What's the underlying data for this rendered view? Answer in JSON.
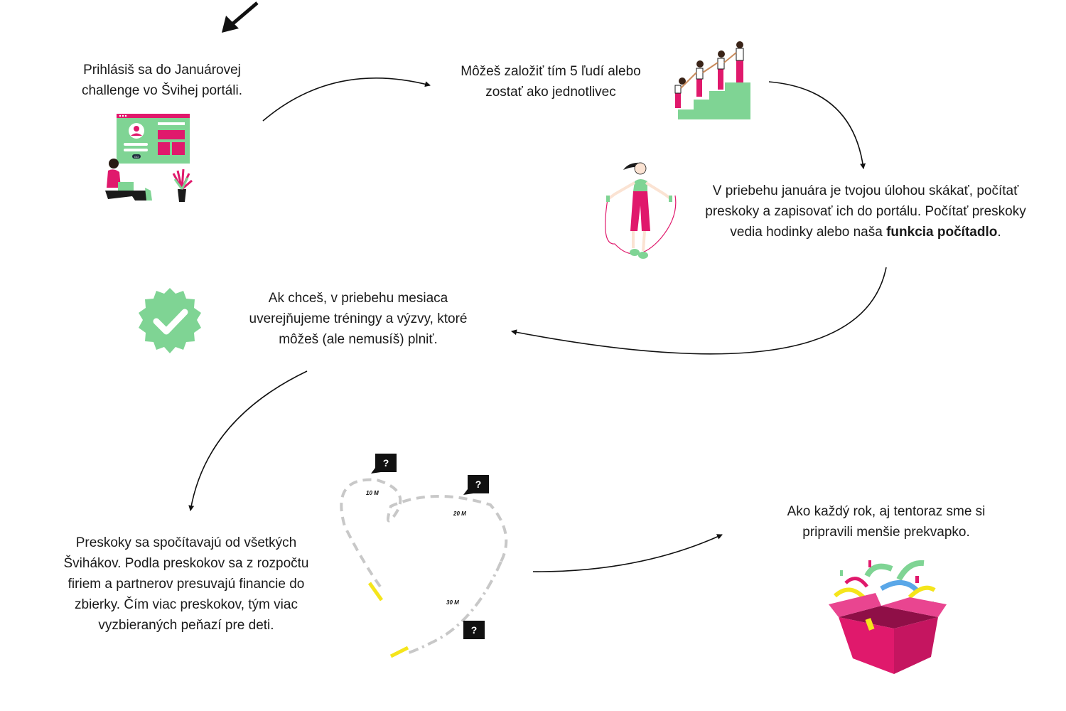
{
  "steps": [
    {
      "id": "login",
      "text": "Prihlásiš sa do Januárovej challenge vo Švihej portáli."
    },
    {
      "id": "team",
      "text": "Môžeš založiť tím 5 ľudí alebo zostať ako jednotlivec"
    },
    {
      "id": "jump",
      "text_before": "V priebehu januára je tvojou úlohou skákať, počítať preskoky a zapisovať ich do portálu. Počítať preskoky vedia hodinky alebo naša ",
      "text_bold": "funkcia počítadlo",
      "text_after": "."
    },
    {
      "id": "challenges",
      "text": "Ak chceš, v priebehu mesiaca uverejňujeme tréningy a výzvy, ktoré môžeš (ale nemusíš) plniť."
    },
    {
      "id": "counting",
      "text": "Preskoky sa spočítavajú od všetkých Švihákov. Podla preskokov sa z rozpočtu firiem a partnerov presuvajú financie do zbierky. Čím viac preskokov, tým viac vyzbieraných peňazí pre deti."
    },
    {
      "id": "surprise",
      "text": "Ako každý rok, aj tentoraz sme si pripravili menšie prekvapko."
    }
  ],
  "route_map": {
    "markers": [
      "10 M",
      "20 M",
      "30 M"
    ],
    "question_mark": "?"
  },
  "login_mock": {
    "button_text": "GO"
  },
  "colors": {
    "green": "#7fd494",
    "pink": "#e0196c",
    "yellow": "#f5e51b",
    "black": "#111111"
  }
}
